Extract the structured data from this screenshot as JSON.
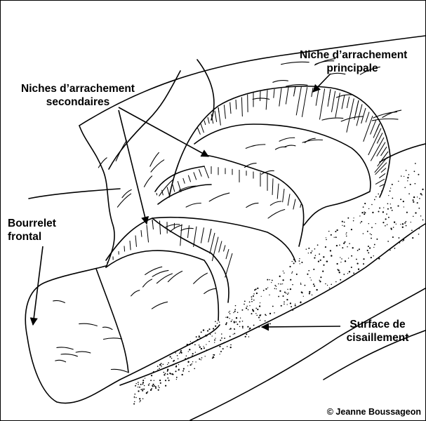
{
  "labels": {
    "main_scarp": [
      "Niche d’arrachement",
      "principale"
    ],
    "secondary_scarps": [
      "Niches d’arrachement",
      "secondaires"
    ],
    "frontal_ridge": [
      "Bourrelet",
      "frontal"
    ],
    "shear_surface": [
      "Surface de",
      "cisaillement"
    ]
  },
  "copyright": "© Jeanne Boussageon",
  "colors": {
    "ink": "#000000",
    "background": "#ffffff"
  }
}
